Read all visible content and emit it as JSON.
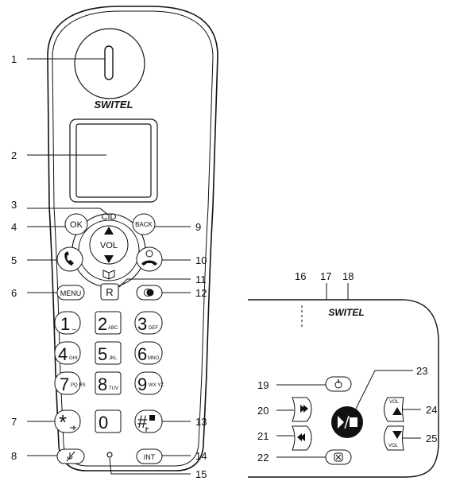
{
  "handset": {
    "brand": "SWITEL",
    "keys": {
      "cid": "CID",
      "vol": "VOL",
      "ok": "OK",
      "back": "BACK",
      "menu": "MENU",
      "r": "R",
      "int": "INT",
      "zero": "0"
    },
    "digits": [
      {
        "d": "1",
        "sub": "_"
      },
      {
        "d": "2",
        "sub": "ABC"
      },
      {
        "d": "3",
        "sub": "DEF"
      },
      {
        "d": "4",
        "sub": "GHI"
      },
      {
        "d": "5",
        "sub": "JKL"
      },
      {
        "d": "6",
        "sub": "MNO"
      },
      {
        "d": "7",
        "sub": "PQ RS"
      },
      {
        "d": "8",
        "sub": "TUV"
      },
      {
        "d": "9",
        "sub": "WX YZ"
      }
    ]
  },
  "base": {
    "brand": "SWITEL",
    "vol_up": "VOL",
    "vol_down": "VOL"
  },
  "callouts": [
    "1",
    "2",
    "3",
    "4",
    "5",
    "6",
    "7",
    "8",
    "9",
    "10",
    "11",
    "12",
    "13",
    "14",
    "15",
    "16",
    "17",
    "18",
    "19",
    "20",
    "21",
    "22",
    "23",
    "24",
    "25"
  ]
}
